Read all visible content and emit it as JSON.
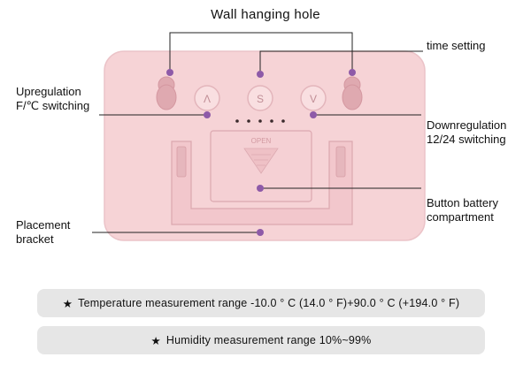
{
  "diagram": {
    "title": "Wall hanging hole",
    "callouts": {
      "time_setting": "time setting",
      "upregulation": [
        "Upregulation",
        "F/℃ switching"
      ],
      "downregulation": [
        "Downregulation",
        "12/24 switching"
      ],
      "battery": [
        "Button battery",
        "compartment"
      ],
      "bracket": [
        "Placement",
        "bracket"
      ]
    },
    "buttons": {
      "up": "Λ",
      "set": "S",
      "down": "V"
    },
    "cover_text": "OPEN",
    "colors": {
      "body": "#f6d3d6",
      "body_shadow": "#e9bec3",
      "callout_dot": "#8e5aa8",
      "line": "#222222"
    }
  },
  "specs": {
    "star": "★",
    "temperature": "Temperature measurement range -10.0 ° C (14.0 ° F)+90.0 ° C (+194.0 ° F)",
    "humidity": "Humidity measurement range 10%~99%"
  }
}
